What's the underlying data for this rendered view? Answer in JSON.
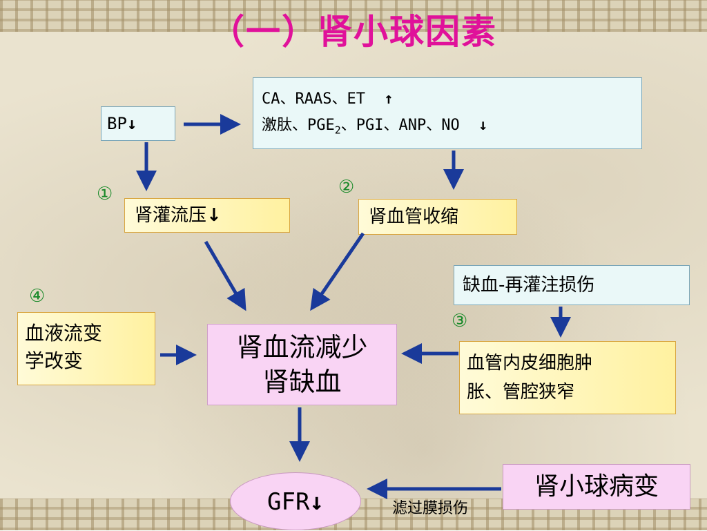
{
  "title": "（一）肾小球因素",
  "bp": {
    "label": "BP",
    "arrow": "↓"
  },
  "factors": {
    "line1": {
      "text": "CA、RAAS、ET",
      "arrow": "↑"
    },
    "line2": {
      "pre": "激肽、PGE",
      "sub": "2",
      "post": "、PGI、ANP、NO",
      "arrow": "↓"
    }
  },
  "markers": {
    "m1": "①",
    "m2": "②",
    "m3": "③",
    "m4": "④"
  },
  "renal_perfusion": {
    "text": "肾灌流压",
    "arrow": "↓"
  },
  "vasoconstriction": "肾血管收缩",
  "ischemia_reperfusion": "缺血-再灌注损伤",
  "hemorheology": {
    "line1": "血液流变",
    "line2": "学改变"
  },
  "central": {
    "line1": "肾血流减少",
    "line2": "肾缺血"
  },
  "endothelial": {
    "line1": "血管内皮细胞肿",
    "line2": "胀、管腔狭窄"
  },
  "glomerular_lesion": "肾小球病变",
  "gfr": {
    "label": "GFR",
    "arrow": "↓"
  },
  "filtration_note": "滤过膜损伤",
  "colors": {
    "title": "#e0119a",
    "arrow": "#1a3a9a",
    "marker": "#1a8a2a"
  }
}
